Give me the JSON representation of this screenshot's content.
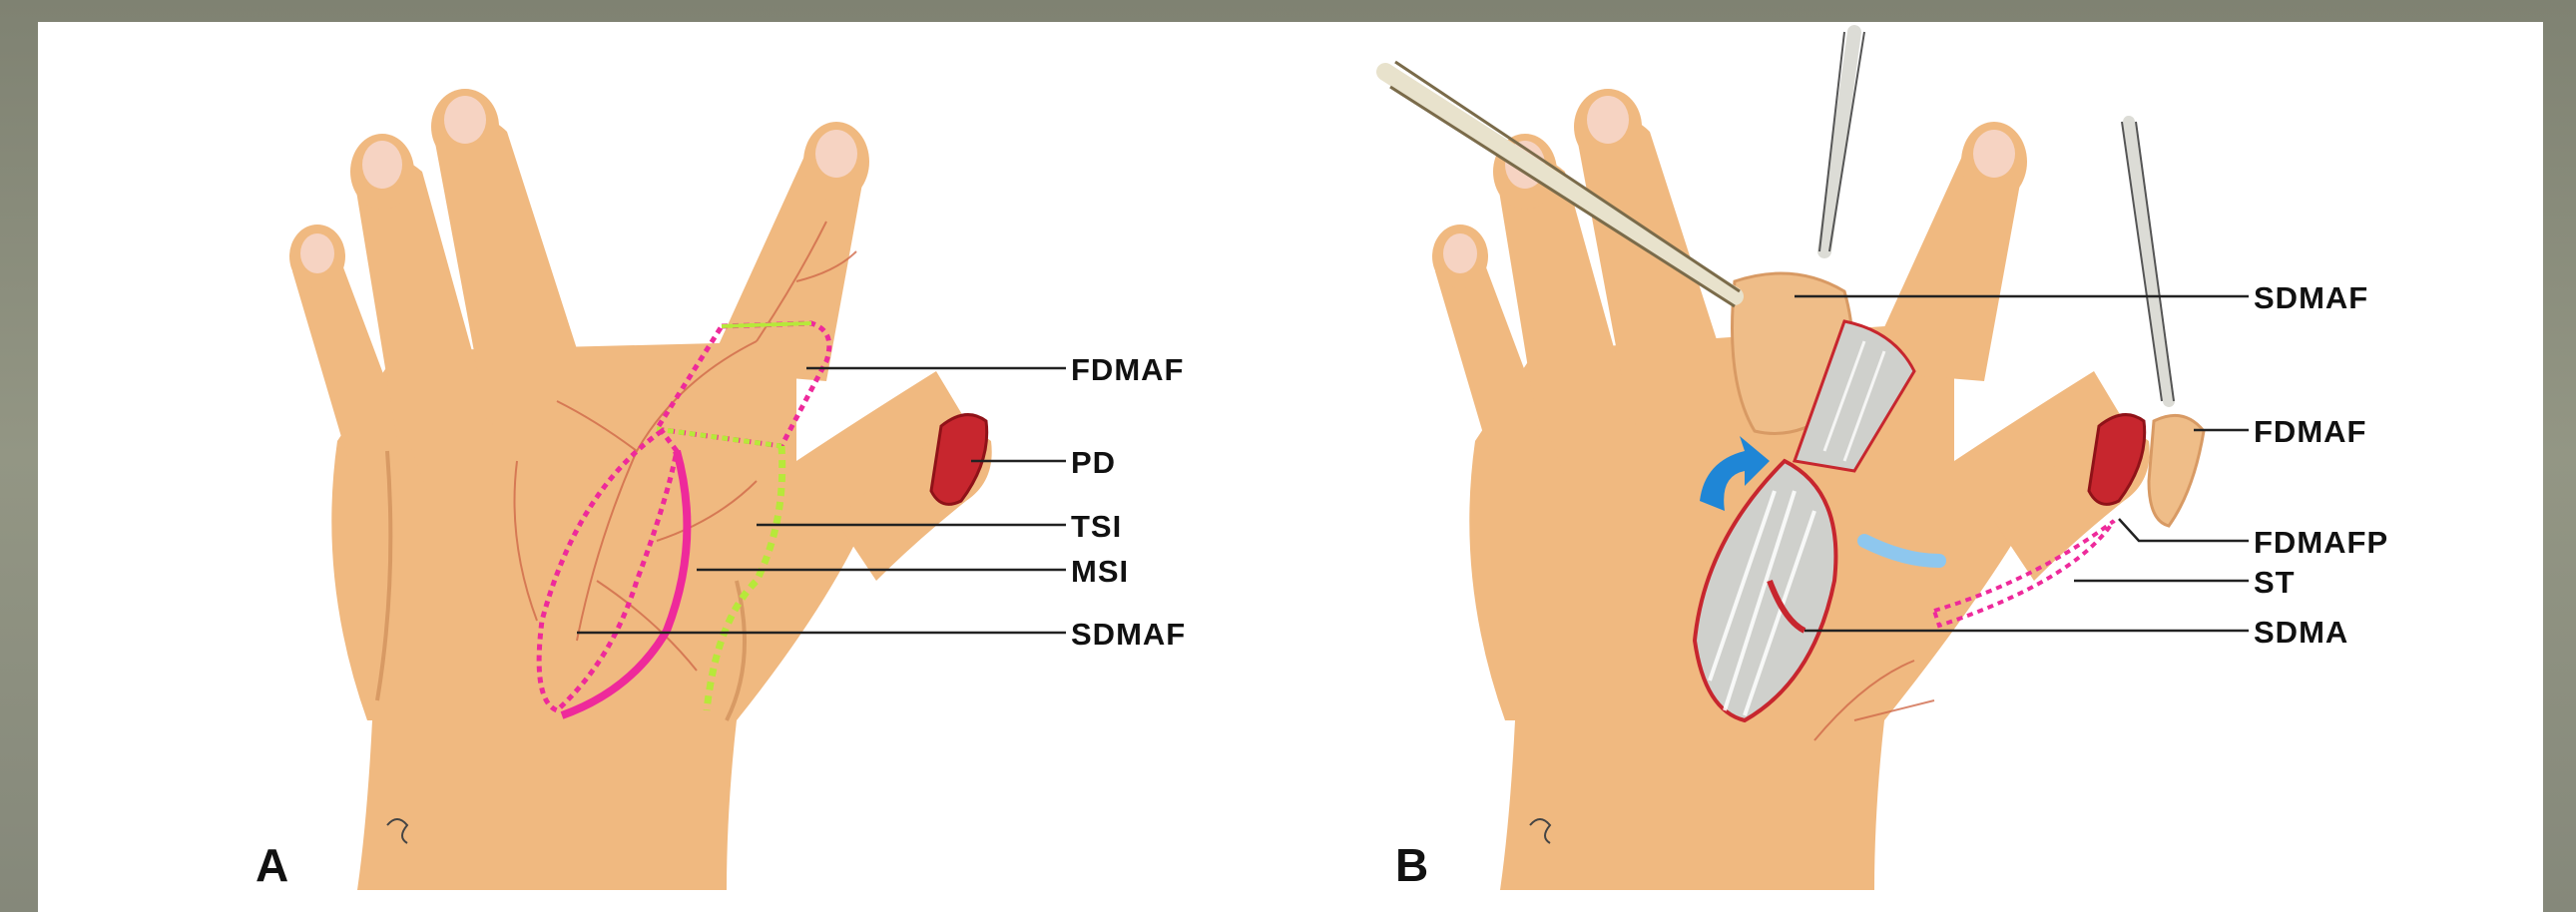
{
  "panels": [
    {
      "letter": "A",
      "labels": [
        "FDMAF",
        "PD",
        "TSI",
        "MSI",
        "SDMAF"
      ]
    },
    {
      "letter": "B",
      "labels": [
        "SDMAF",
        "FDMAF",
        "FDMAFP",
        "ST",
        "SDMA"
      ]
    }
  ],
  "colors": {
    "skin": "#f0b980",
    "skin_shadow": "#d89a64",
    "nail": "#f6d3c2",
    "incision_pink": "#ee2a9b",
    "incision_green": "#b7e83a",
    "wound_red": "#c7262e",
    "tendon": "#cfd0cc",
    "arrow_blue": "#1f86d6"
  }
}
